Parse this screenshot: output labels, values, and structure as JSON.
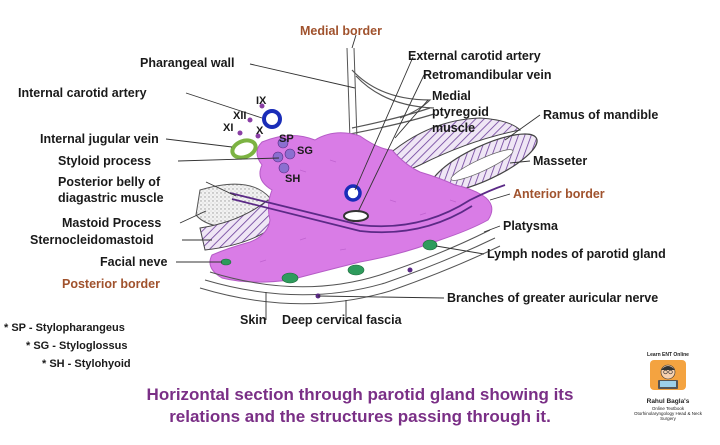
{
  "labels": {
    "medial_border": "Medial border",
    "pharangeal_wall": "Pharangeal wall",
    "internal_carotid_artery": "Internal carotid artery",
    "internal_jugular_vein": "Internal jugular vein",
    "styloid_process": "Styloid process",
    "posterior_belly_line1": "Posterior belly of",
    "posterior_belly_line2": "diagastric muscle",
    "mastoid_process": "Mastoid Process",
    "sternocleidomastoid": "Sternocleidomastoid",
    "facial_neve": "Facial neve",
    "posterior_border": "Posterior border",
    "skin": "Skin",
    "deep_cervical_fascia": "Deep cervical fascia",
    "external_carotid_artery": "External carotid artery",
    "retromandibular_vein": "Retromandibular vein",
    "medial_pterygoid_line1": "Medial",
    "medial_pterygoid_line2": "ptyregoid",
    "medial_pterygoid_line3": "muscle",
    "ramus_of_mandible": "Ramus of mandible",
    "masseter": "Masseter",
    "anterior_border": "Anterior border",
    "platysma": "Platysma",
    "lymph_nodes": "Lymph nodes of parotid gland",
    "branches_auricular": "Branches of greater auricular nerve",
    "nerve_ix": "IX",
    "nerve_xii": "XII",
    "nerve_xi": "XI",
    "nerve_x": "X",
    "muscle_sp": "SP",
    "muscle_sg": "SG",
    "muscle_sh": "SH"
  },
  "legend": [
    "* SP - Stylopharangeus",
    "* SG - Styloglossus",
    "* SH - Stylohyoid"
  ],
  "caption": {
    "line1": "Horizontal section through parotid gland showing its",
    "line2": "relations and the structures passing through it."
  },
  "logo": {
    "top": "Learn ENT Online",
    "name": "Rahul Bagla's",
    "tag1": "Online Textbook",
    "tag2": "Otorhinolaryngology Head & Neck Surgery"
  },
  "colors": {
    "gland": "#d97ce6",
    "purple": "#5b2a86",
    "green": "#7cb342",
    "blue": "#1a2db8",
    "brown_label": "#a0522d",
    "caption": "#7a2f86"
  }
}
